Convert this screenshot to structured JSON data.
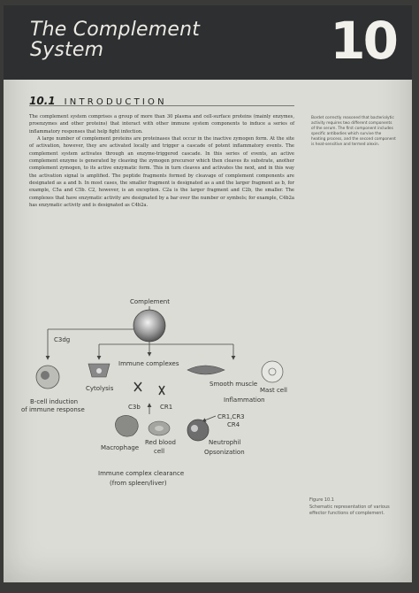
{
  "chapter": {
    "title_line1": "The Complement",
    "title_line2": "System",
    "number": "10"
  },
  "section": {
    "number": "10.1",
    "label": "INTRODUCTION"
  },
  "body": {
    "paragraphs": [
      "The complement system comprises a group of more than 30 plasma and cell-surface proteins (mainly enzymes, proenzymes and other proteins) that interact with other immune system components to induce a series of inflammatory responses that help fight infection.",
      "A large number of complement proteins are proteinases that occur in the inactive zymogen form. At the site of activation, however, they are activated locally and trigger a cascade of potent inflammatory events. The complement system activates through an enzyme-triggered cascade. In this series of events, an active complement enzyme is generated by cleaving the zymogen precursor which then cleaves its substrate, another complement zymogen, to its active enzymatic form. This in turn cleaves and activates the next, and in this way the activation signal is amplified. The peptide fragments formed by cleavage of complement components are designated as a and b. In most cases, the smaller fragment is designated as a and the larger fragment as b, for example, C5a and C5b. C2, however, is an exception. C2a is the larger fragment and C2b, the smaller. The complexes that have enzymatic activity are designated by a bar over the number or symbols; for example, C4b2a has enzymatic activity and is designated as C4b2a."
    ]
  },
  "margin_note": "Bordet correctly reasoned that bacteriolytic activity requires two different components of the serum. The first component includes specific antibodies which survive the heating process, and the second component is heat-sensitive and termed alexin.",
  "diagram": {
    "complement": "Complement",
    "c3dg": "C3dg",
    "immune_complexes": "Immune complexes",
    "cytolysis": "Cytolysis",
    "smooth_muscle": "Smooth muscle",
    "mast_cell": "Mast cell",
    "inflammation": "Inflammation",
    "b_cell_line1": "B-cell induction",
    "b_cell_line2": "of immune response",
    "c3b": "C3b",
    "cr1": "CR1",
    "cr_line1": "CR1,CR3",
    "cr_line2": "CR4",
    "macrophage": "Macrophage",
    "rbc_line1": "Red blood",
    "rbc_line2": "cell",
    "neutrophil": "Neutrophil",
    "opsonization": "Opsonization",
    "clearance_line1": "Immune complex clearance",
    "clearance_line2": "(from spleen/liver)"
  },
  "figure": {
    "label": "Figure 10.1",
    "caption": "Schematic representation of various effector functions of complement."
  },
  "colors": {
    "header_band": "#2d2f31",
    "paper": "#dcdcd6",
    "text": "#333333"
  }
}
